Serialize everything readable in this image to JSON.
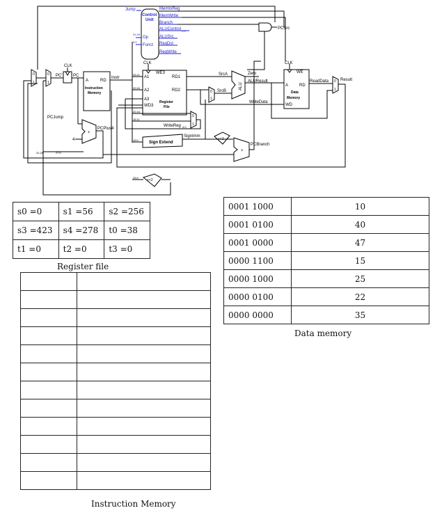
{
  "diagram": {
    "control_signals": {
      "jump": "Jump",
      "memtoreg": "MemtoReg",
      "memwrite": "MemWrite",
      "branch": "Branch",
      "alucontrol": "ALUControl",
      "alucontrol_width": "2:0",
      "alusrc": "ALUSrc",
      "regdst": "RegDst",
      "regwrite": "RegWrite",
      "op": "Op",
      "funct": "Funct",
      "op_bits": "31:26",
      "funct_bits": "5:0"
    },
    "control_unit": {
      "line1": "Control",
      "line2": "Unit"
    },
    "pcsrc": "PCSrc",
    "clk": "CLK",
    "pc_prime": "PC'",
    "pc": "PC",
    "instr": "Instr",
    "imem": {
      "a": "A",
      "rd": "RD",
      "line1": "Instruction",
      "line2": "Memory"
    },
    "regfile": {
      "we3": "WE3",
      "a1": "A1",
      "a2": "A2",
      "a3": "A3",
      "wd3": "WD3",
      "rd1": "RD1",
      "rd2": "RD2",
      "line1": "Register",
      "line2": "File"
    },
    "bits": {
      "b2521": "25:21",
      "b2016": "20:16",
      "b2016b": "20:16",
      "b1511": "15:11",
      "b150": "15:0",
      "b250": "25:0",
      "b3128": "31:28",
      "b2728": "27:0"
    },
    "srca": "SrcA",
    "srcb": "SrcB",
    "zero": "Zero",
    "alu": "ALU",
    "aluresult": "ALUResult",
    "writedata": "WriteData",
    "dmem": {
      "we": "WE",
      "a": "A",
      "rd": "RD",
      "wd": "WD",
      "line1": "Data",
      "line2": "Memory"
    },
    "readdata": "ReadData",
    "result": "Result",
    "writereg": "WriteReg",
    "writereg_bits": "4:0",
    "signext": "Sign Extend",
    "signimm": "SignImm",
    "shl2": "<<2",
    "pcbranch": "PCBranch",
    "pcplus4": "PCPlus4",
    "pcjump": "PCJump",
    "four": "4",
    "plus": "+",
    "mux0": "0",
    "mux1": "1"
  },
  "register_file": {
    "rows": [
      [
        "s0 =0",
        "s1 =56",
        "s2 =256"
      ],
      [
        "s3 =423",
        "s4 =278",
        "t0 =38"
      ],
      [
        "t1 =0",
        "t2 =0",
        "t3 =0"
      ]
    ],
    "caption": "Register file"
  },
  "data_memory": {
    "rows": [
      [
        "0001 1000",
        "10"
      ],
      [
        "0001 0100",
        "40"
      ],
      [
        "0001 0000",
        "47"
      ],
      [
        "0000 1100",
        "15"
      ],
      [
        "0000 1000",
        "25"
      ],
      [
        "0000 0100",
        "22"
      ],
      [
        "0000 0000",
        "35"
      ]
    ],
    "caption": "Data memory"
  },
  "instruction_memory": {
    "rows": [
      [
        "",
        ""
      ],
      [
        "",
        ""
      ],
      [
        "",
        ""
      ],
      [
        "",
        ""
      ],
      [
        "",
        ""
      ],
      [
        "",
        ""
      ],
      [
        "",
        ""
      ],
      [
        "",
        ""
      ],
      [
        "",
        ""
      ],
      [
        "",
        ""
      ],
      [
        "",
        ""
      ],
      [
        "",
        ""
      ]
    ],
    "caption": "Instruction Memory"
  },
  "colors": {
    "control": "#1f1fd0",
    "wire": "#000000"
  }
}
